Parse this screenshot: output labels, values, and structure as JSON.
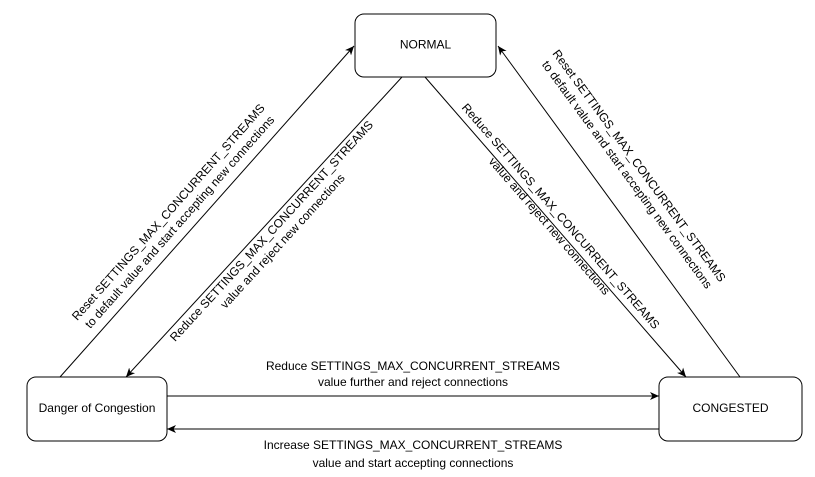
{
  "diagram": {
    "nodes": {
      "normal": {
        "label": "NORMAL"
      },
      "danger": {
        "label": "Danger of Congestion"
      },
      "congested": {
        "label": "CONGESTED"
      }
    },
    "edges": {
      "danger_to_normal": {
        "line1": "Reset SETTINGS_MAX_CONCURRENT_STREAMS",
        "line2": "to default value and start accepting new connections"
      },
      "normal_to_danger": {
        "line1": "Reduce SETTINGS_MAX_CONCURRENT_STREAMS",
        "line2": "value and reject new connections"
      },
      "normal_to_congested": {
        "line1": "Reduce SETTINGS_MAX_CONCURRENT_STREAMS",
        "line2": "value and reject new connections"
      },
      "congested_to_normal": {
        "line1": "Reset SETTINGS_MAX_CONCURRENT_STREAMS",
        "line2": "to default value and start accepting new connections"
      },
      "danger_to_congested": {
        "line1": "Reduce SETTINGS_MAX_CONCURRENT_STREAMS",
        "line2": "value further and reject connections"
      },
      "congested_to_danger": {
        "line1": "Increase SETTINGS_MAX_CONCURRENT_STREAMS",
        "line2": "value and start accepting connections"
      }
    }
  }
}
